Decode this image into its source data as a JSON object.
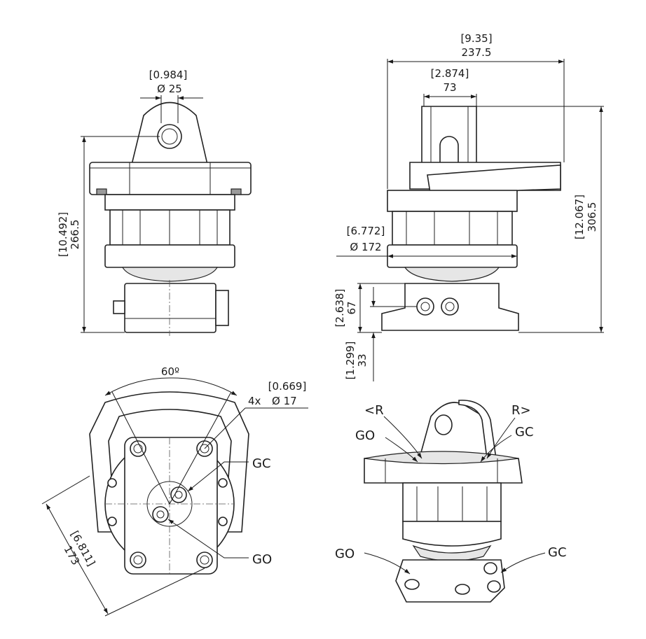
{
  "colors": {
    "line": "#1a1a1a",
    "background": "#ffffff",
    "shade": "#e6e6e6"
  },
  "front_view": {
    "pin_diameter_in": "[0.984]",
    "pin_diameter_mm": "Ø 25",
    "height_in": "[10.492]",
    "height_mm": "266.5"
  },
  "side_view": {
    "width_in": "[9.35]",
    "width_mm": "237.5",
    "link_width_in": "[2.874]",
    "link_width_mm": "73",
    "housing_diameter_in": "[6.772]",
    "housing_diameter_mm": "Ø 172",
    "height_in": "[12.067]",
    "height_mm": "306.5",
    "base_height_in": "[2.638]",
    "base_height_mm": "67",
    "port_height_in": "[1.299]",
    "port_height_mm": "33"
  },
  "bottom_view": {
    "angle": "60º",
    "hole_spec_in": "[0.669]",
    "hole_count": "4x",
    "hole_spec_mm": "Ø 17",
    "diagonal_in": "[6.811]",
    "diagonal_mm": "173",
    "port_gc": "GC",
    "port_go": "GO"
  },
  "iso_view": {
    "rot_left": "<R",
    "rot_right": "R>",
    "go_top": "GO",
    "gc_top": "GC",
    "go_bottom": "GO",
    "gc_bottom": "GC"
  }
}
